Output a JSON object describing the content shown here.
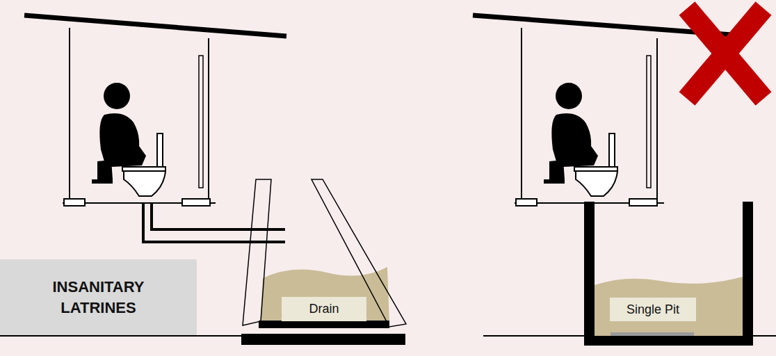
{
  "diagram": {
    "nodes": [
      {
        "text": [
          "INSANITARY LATRINES"
        ]
      },
      {
        "text": [
          "Drain"
        ]
      },
      {
        "text": [
          "Single Pit"
        ]
      }
    ]
  }
}
